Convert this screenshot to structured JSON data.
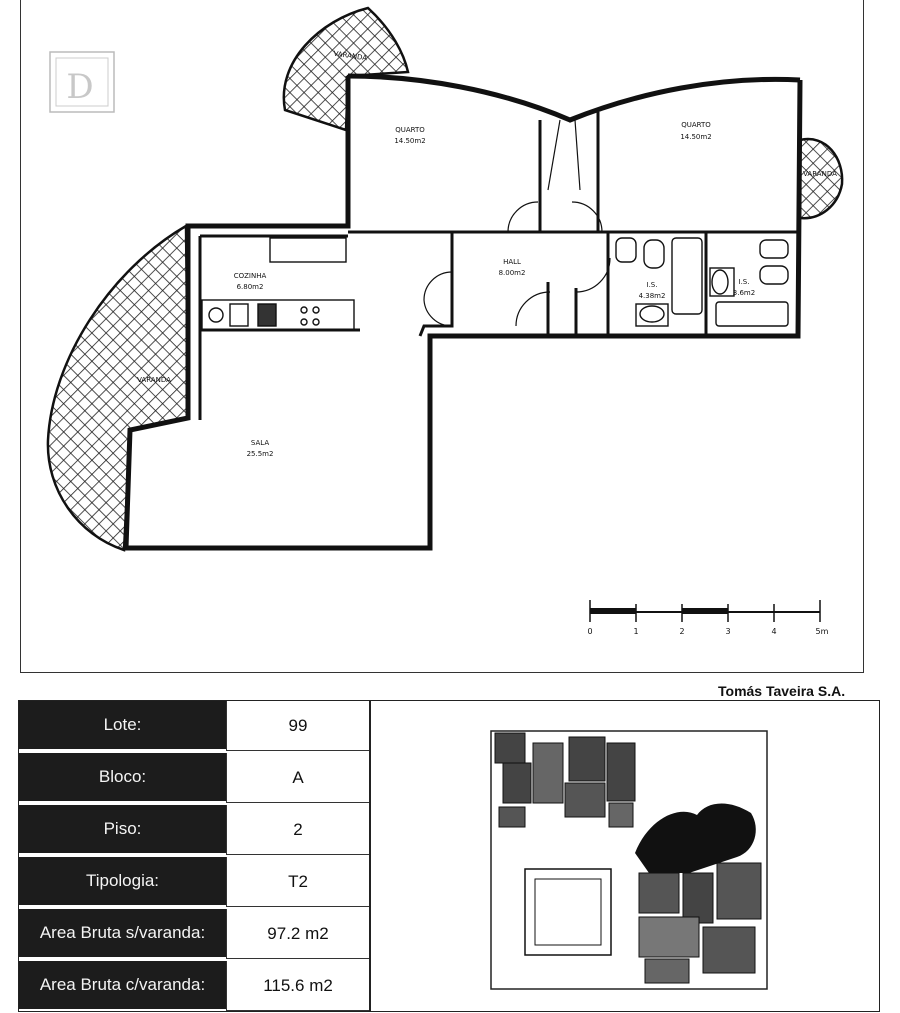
{
  "plan": {
    "rooms": [
      {
        "key": "quarto1",
        "name": "QUARTO",
        "area": "14.50m2"
      },
      {
        "key": "quarto2",
        "name": "QUARTO",
        "area": "14.50m2"
      },
      {
        "key": "varanda_top",
        "name": "VARANDA",
        "area": ""
      },
      {
        "key": "varanda_right",
        "name": "VARANDA",
        "area": ""
      },
      {
        "key": "varanda_left",
        "name": "VARANDA",
        "area": ""
      },
      {
        "key": "cozinha",
        "name": "COZINHA",
        "area": "6.80m2"
      },
      {
        "key": "hall",
        "name": "HALL",
        "area": "8.00m2"
      },
      {
        "key": "is1",
        "name": "I.S.",
        "area": "4.38m2"
      },
      {
        "key": "is2",
        "name": "I.S.",
        "area": "3.6m2"
      },
      {
        "key": "sala",
        "name": "SALA",
        "area": "25.5m2"
      }
    ],
    "scale": {
      "ticks": [
        "0",
        "1",
        "2",
        "3",
        "4",
        "5m"
      ]
    },
    "logo_text": "D"
  },
  "company": "Tomás Taveira S.A.",
  "info": {
    "rows": [
      {
        "label": "Lote:",
        "value": "99"
      },
      {
        "label": "Bloco:",
        "value": "A"
      },
      {
        "label": "Piso:",
        "value": "2"
      },
      {
        "label": "Tipologia:",
        "value": "T2"
      },
      {
        "label": "Area Bruta s/varanda:",
        "value": "97.2 m2"
      },
      {
        "label": "Area Bruta c/varanda:",
        "value": "115.6 m2"
      }
    ]
  },
  "colors": {
    "ink": "#111111",
    "label_bg": "#1c1c1c",
    "paper": "#ffffff"
  }
}
